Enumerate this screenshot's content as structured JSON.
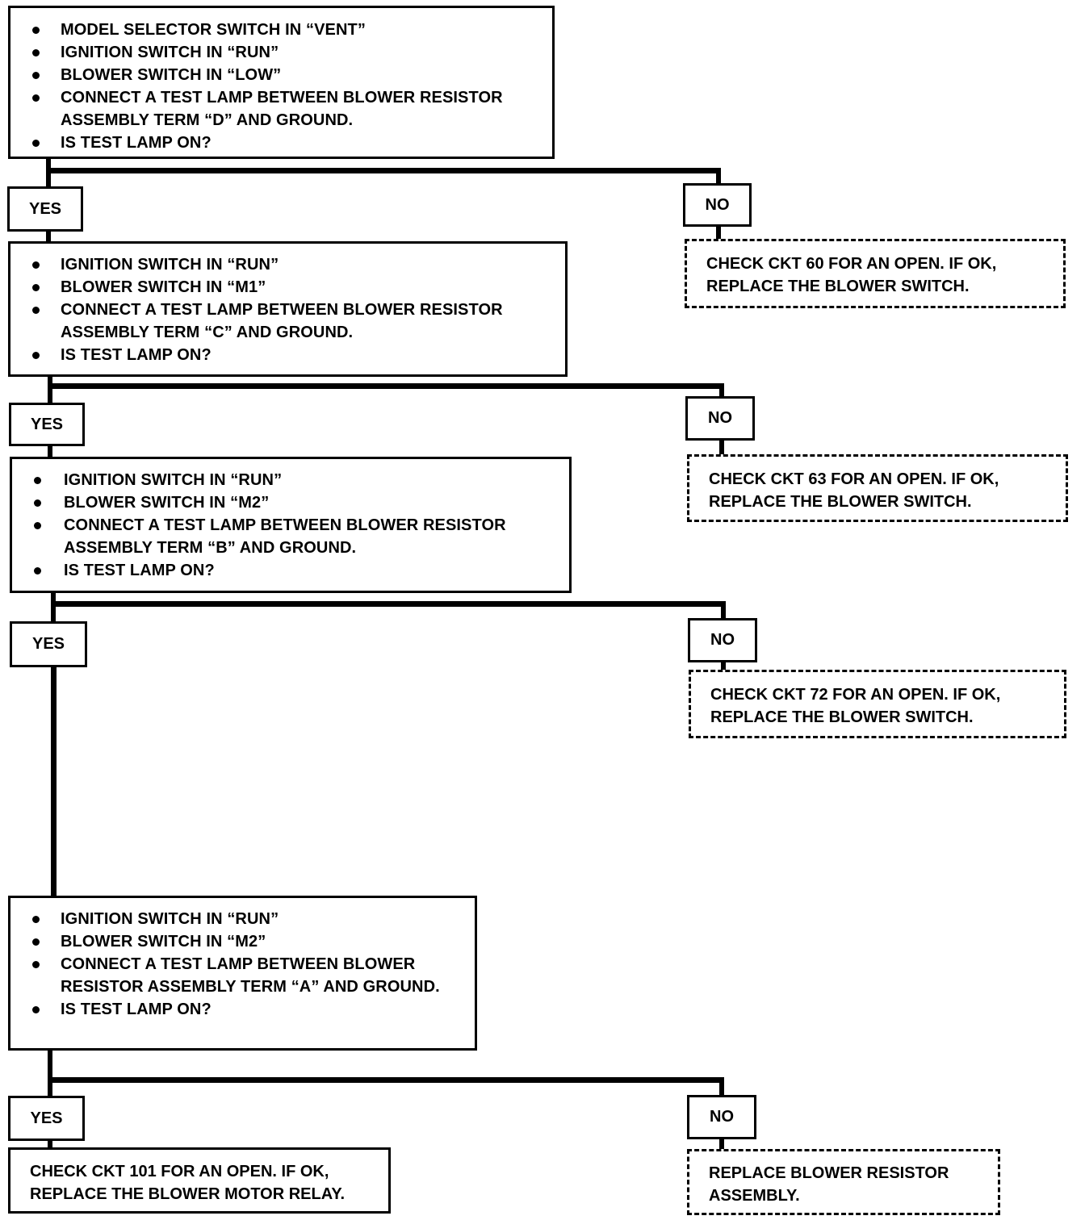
{
  "blocks": [
    {
      "steps": [
        "MODEL SELECTOR SWITCH IN “VENT”",
        "IGNITION SWITCH IN “RUN”",
        "BLOWER SWITCH IN “LOW”",
        "CONNECT A TEST LAMP BETWEEN BLOWER RESISTOR ASSEMBLY TERM “D” AND GROUND.",
        "IS TEST LAMP ON?"
      ],
      "yes_label": "YES",
      "no_label": "NO",
      "no_action": [
        "CHECK CKT 60 FOR AN OPEN.  IF OK,",
        "REPLACE THE BLOWER SWITCH."
      ]
    },
    {
      "steps": [
        "IGNITION SWITCH IN “RUN”",
        "BLOWER SWITCH IN “M1”",
        "CONNECT A TEST LAMP BETWEEN BLOWER RESISTOR ASSEMBLY TERM “C” AND GROUND.",
        "IS TEST LAMP ON?"
      ],
      "yes_label": "YES",
      "no_label": "NO",
      "no_action": [
        "CHECK CKT 63 FOR AN OPEN.  IF OK,",
        "REPLACE THE BLOWER SWITCH."
      ]
    },
    {
      "steps": [
        "IGNITION SWITCH IN “RUN”",
        "BLOWER SWITCH IN “M2”",
        "CONNECT A TEST LAMP BETWEEN BLOWER RESISTOR ASSEMBLY TERM “B” AND GROUND.",
        "IS TEST LAMP ON?"
      ],
      "yes_label": "YES",
      "no_label": "NO",
      "no_action": [
        "CHECK CKT 72 FOR AN OPEN.  IF OK,",
        "REPLACE THE BLOWER SWITCH."
      ]
    },
    {
      "steps": [
        "IGNITION SWITCH IN “RUN”",
        "BLOWER SWITCH IN “M2”",
        "CONNECT A TEST LAMP BETWEEN BLOWER RESISTOR ASSEMBLY TERM “A” AND GROUND.",
        "IS TEST LAMP ON?"
      ],
      "yes_label": "YES",
      "no_label": "NO",
      "yes_action": [
        "CHECK CKT 101 FOR AN OPEN.  IF OK,",
        "REPLACE THE BLOWER MOTOR RELAY."
      ],
      "no_action": [
        "REPLACE BLOWER RESISTOR",
        "ASSEMBLY."
      ]
    }
  ]
}
